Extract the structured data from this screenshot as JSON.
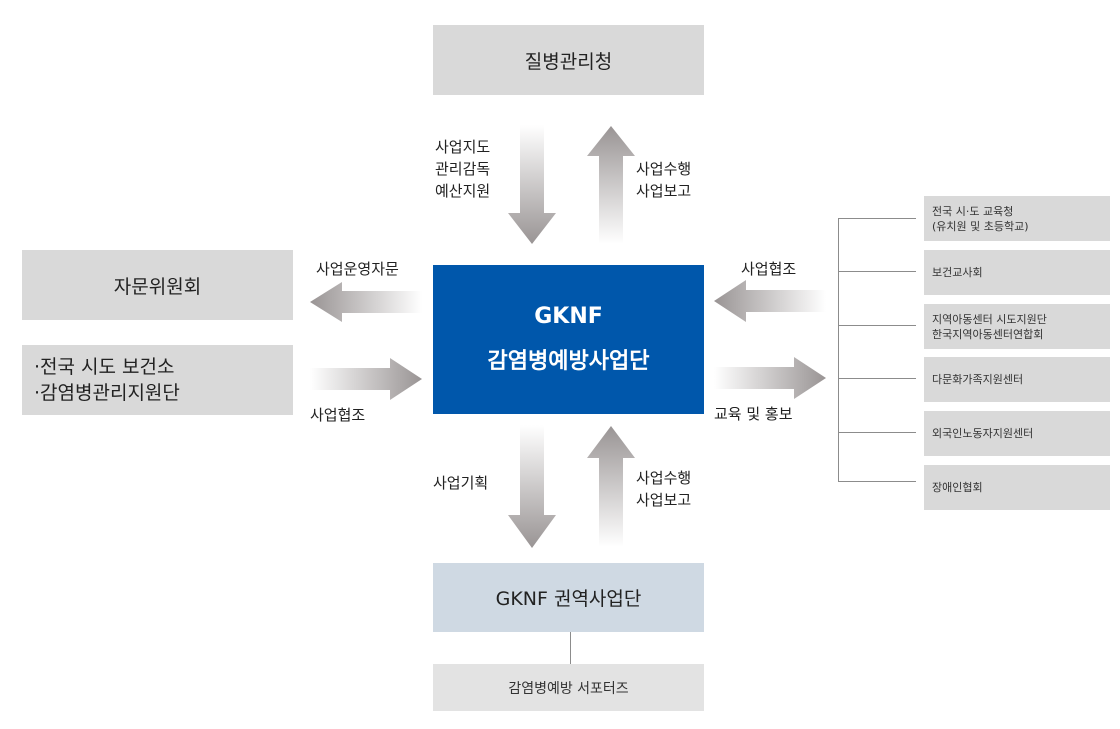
{
  "top_box": {
    "label": "질병관리청"
  },
  "center_box": {
    "line1": "GKNF",
    "line2": "감염병예방사업단",
    "color": "#0057ab"
  },
  "bottom_box": {
    "label": "GKNF 권역사업단",
    "color": "#cfd9e3"
  },
  "supporters_box": {
    "label": "감염병예방 서포터즈"
  },
  "left_top_box": {
    "label": "자문위원회"
  },
  "left_bottom_box": {
    "lines": [
      "·전국 시도 보건소",
      "·감염병관리지원단"
    ]
  },
  "arrows": {
    "top_down": {
      "lines": [
        "사업지도",
        "관리감독",
        "예산지원"
      ]
    },
    "top_up": {
      "lines": [
        "사업수행",
        "사업보고"
      ]
    },
    "bottom_down": {
      "lines": [
        "사업기획"
      ]
    },
    "bottom_up": {
      "lines": [
        "사업수행",
        "사업보고"
      ]
    },
    "left_out": {
      "label": "사업운영자문"
    },
    "left_in": {
      "label": "사업협조"
    },
    "right_in": {
      "label": "사업협조"
    },
    "right_out": {
      "label": "교육 및 홍보"
    }
  },
  "right_list": [
    {
      "lines": [
        "전국 시·도 교육청",
        "(유치원 및 초등학교)"
      ]
    },
    {
      "lines": [
        "보건교사회"
      ]
    },
    {
      "lines": [
        "지역아동센터 시도지원단",
        "한국지역아동센터연합회"
      ]
    },
    {
      "lines": [
        "다문화가족지원센터"
      ]
    },
    {
      "lines": [
        "외국인노동자지원센터"
      ]
    },
    {
      "lines": [
        "장애인협회"
      ]
    }
  ]
}
